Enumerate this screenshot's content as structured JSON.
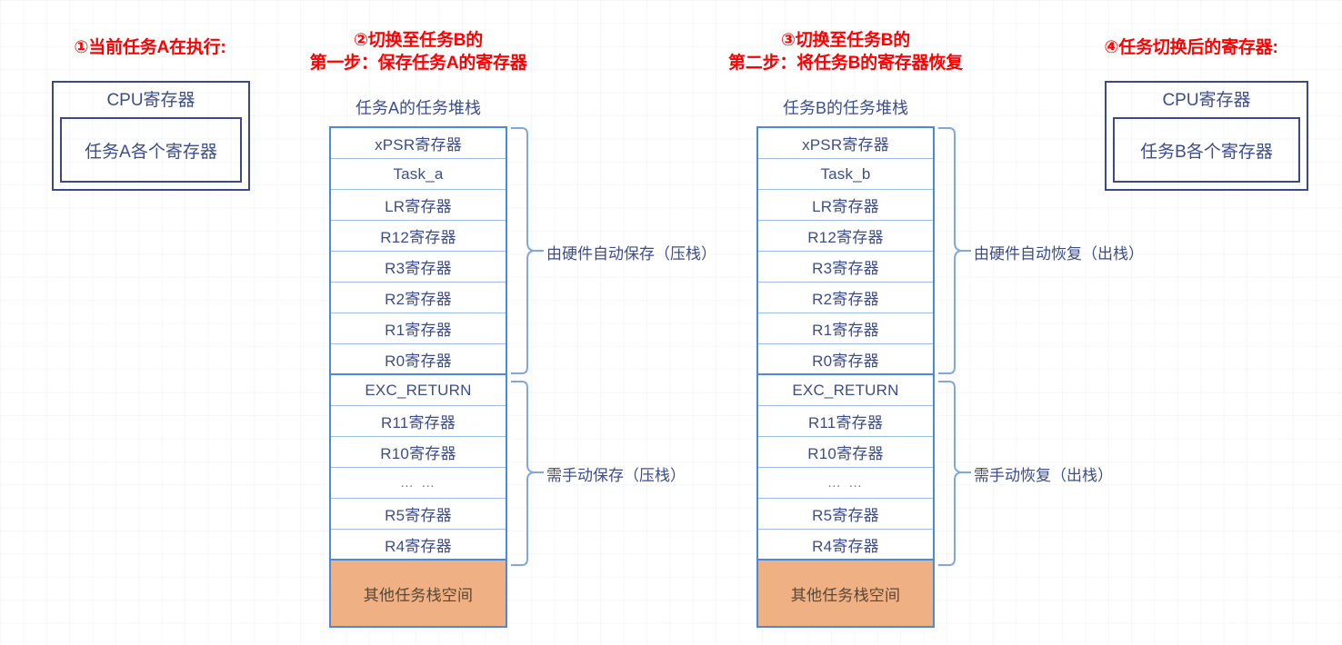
{
  "page": {
    "bg_color": "#ffffff",
    "accent_red": "#ff0000",
    "accent_blue": "#3d4d8c",
    "stack_border": "#4b89dc",
    "other_stack_fill": "#efb183"
  },
  "steps": [
    {
      "id": "step1",
      "heading": "①当前任务A在执行:"
    },
    {
      "id": "step2",
      "heading": "②切换至任务B的\n第一步：保存任务A的寄存器"
    },
    {
      "id": "step3",
      "heading": "③切换至任务B的\n第二步：将任务B的寄存器恢复"
    },
    {
      "id": "step4",
      "heading": "④任务切换后的寄存器:"
    }
  ],
  "cpu_boxes": [
    {
      "id": "cpu-a",
      "caption": "CPU寄存器",
      "inner": "任务A各个寄存器"
    },
    {
      "id": "cpu-b",
      "caption": "CPU寄存器",
      "inner": "任务B各个寄存器"
    }
  ],
  "stacks": [
    {
      "id": "stack-a",
      "title": "任务A的任务堆栈",
      "auto_group": [
        "xPSR寄存器",
        "Task_a",
        "LR寄存器",
        "R12寄存器",
        "R3寄存器",
        "R2寄存器",
        "R1寄存器",
        "R0寄存器"
      ],
      "manual_group": [
        "EXC_RETURN",
        "R11寄存器",
        "R10寄存器",
        "… …",
        "R5寄存器",
        "R4寄存器"
      ],
      "other_cell": "其他任务栈空间",
      "auto_label": "由硬件自动保存（压栈）",
      "manual_label": "需手动保存（压栈）"
    },
    {
      "id": "stack-b",
      "title": "任务B的任务堆栈",
      "auto_group": [
        "xPSR寄存器",
        "Task_b",
        "LR寄存器",
        "R12寄存器",
        "R3寄存器",
        "R2寄存器",
        "R1寄存器",
        "R0寄存器"
      ],
      "manual_group": [
        "EXC_RETURN",
        "R11寄存器",
        "R10寄存器",
        "… …",
        "R5寄存器",
        "R4寄存器"
      ],
      "other_cell": "其他任务栈空间",
      "auto_label": "由硬件自动恢复（出栈）",
      "manual_label": "需手动恢复（出栈）"
    }
  ]
}
